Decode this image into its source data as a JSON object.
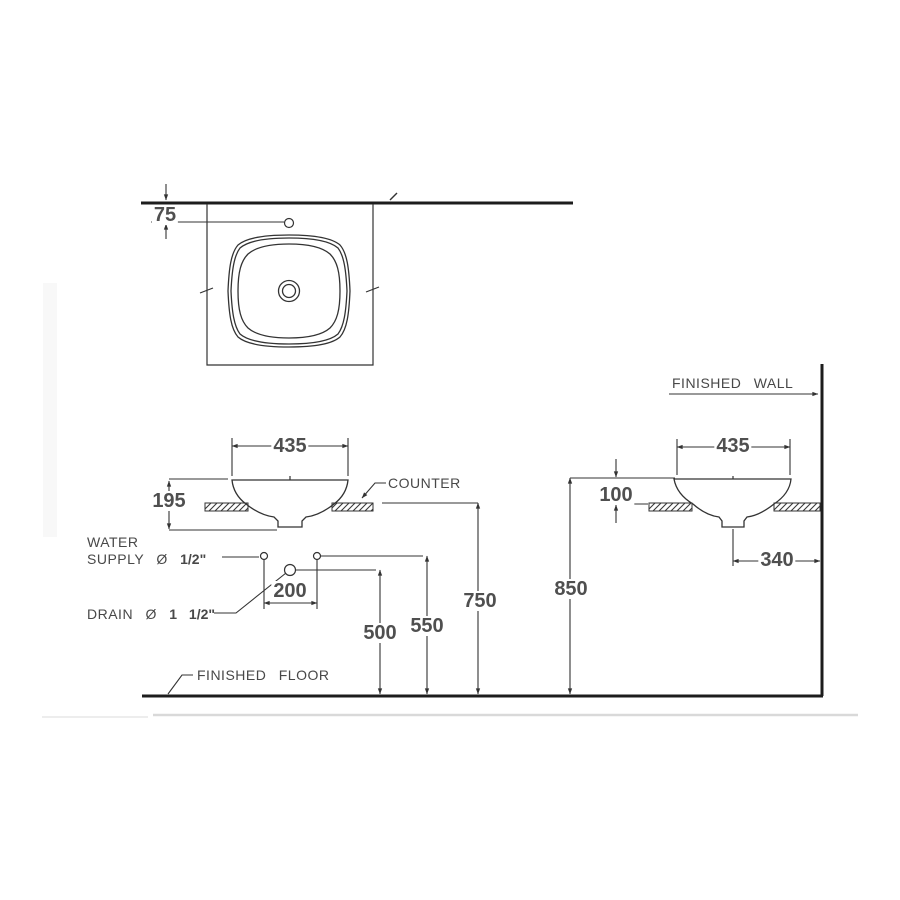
{
  "labels": {
    "finished_wall": "FINISHED WALL",
    "finished_floor": "FINISHED FLOOR",
    "counter": "COUNTER",
    "water_line1": "WATER",
    "water_line2_normal": "SUPPLY Ø ",
    "water_line2_bold": "1/2\"",
    "drain_normal": "DRAIN Ø ",
    "drain_bold": "1 1/2\""
  },
  "dimensions": {
    "faucet_offset_from_wall": "75",
    "front_basin_width": "435",
    "front_basin_depth": "195",
    "supply_spread": "200",
    "drain_height": "500",
    "supply_height": "550",
    "counter_height": "750",
    "side_basin_width": "435",
    "rim_above_counter": "100",
    "drain_to_wall": "340",
    "rim_height": "850"
  },
  "colors": {
    "line": "#333333",
    "thick_line": "#1d1d1d",
    "dim_text": "#4f4f4f",
    "label_text": "#484848"
  }
}
